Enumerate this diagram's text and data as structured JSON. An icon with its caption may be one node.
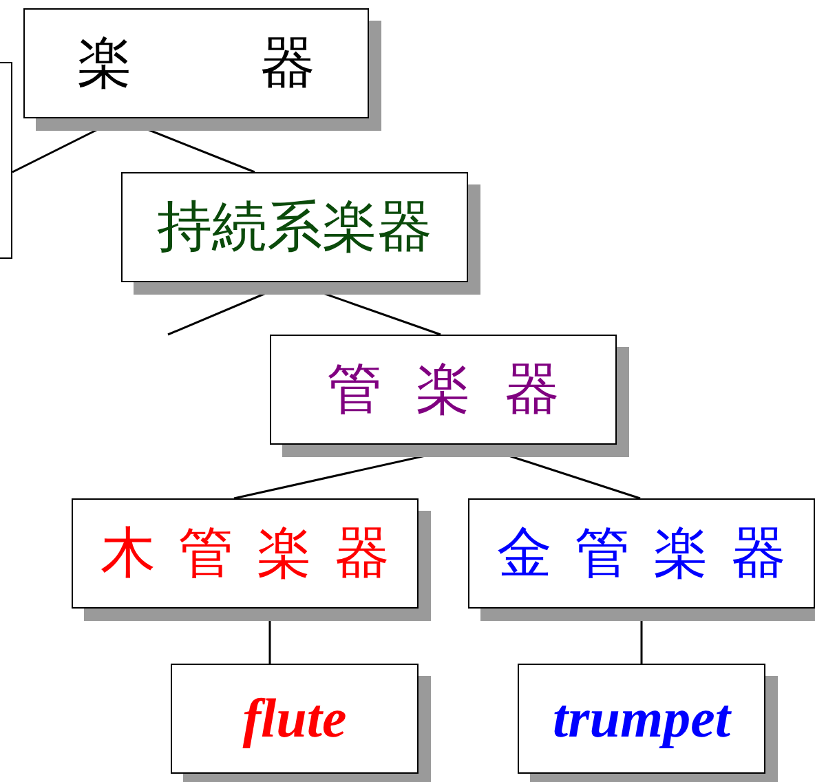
{
  "diagram": {
    "nodes": [
      {
        "text": [
          "楽 器"
        ]
      },
      {
        "text": [],
        "shape": "box"
      },
      {
        "text": [
          "持続系楽器"
        ]
      },
      {
        "text": [
          "管 楽 器"
        ]
      },
      {
        "text": [
          "木 管 楽 器"
        ]
      },
      {
        "text": [
          "金 管 楽 器"
        ]
      },
      {
        "text": [
          "flute"
        ]
      },
      {
        "text": [
          "trumpet"
        ]
      }
    ],
    "edges": [
      {
        "from": 0,
        "to": 1,
        "arrow": "none"
      },
      {
        "from": 0,
        "to": 2,
        "arrow": "none"
      },
      {
        "from": 2,
        "to": null,
        "arrow": "none"
      },
      {
        "from": 2,
        "to": 3,
        "arrow": "none"
      },
      {
        "from": 3,
        "to": 4,
        "arrow": "none"
      },
      {
        "from": 3,
        "to": 5,
        "arrow": "none"
      },
      {
        "from": 4,
        "to": 6,
        "arrow": "none"
      },
      {
        "from": 5,
        "to": 7,
        "arrow": "none"
      }
    ]
  }
}
